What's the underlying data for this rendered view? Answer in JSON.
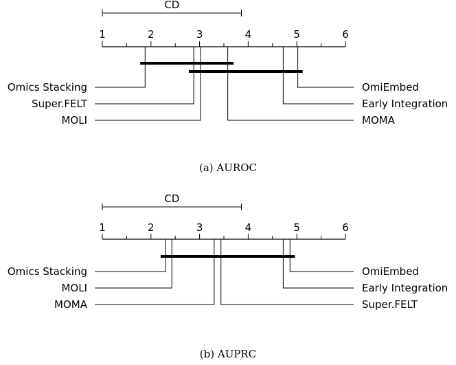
{
  "chart_data": [
    {
      "type": "critical-difference",
      "axis": {
        "min": 1,
        "max": 6,
        "ticks": [
          "1",
          "2",
          "3",
          "4",
          "5",
          "6"
        ]
      },
      "cd_label": "CD",
      "cd_value": 2.86,
      "methods": [
        {
          "name": "Omics Stacking",
          "rank": 1.88,
          "side": "left"
        },
        {
          "name": "Super.FELT",
          "rank": 2.88,
          "side": "left"
        },
        {
          "name": "MOLI",
          "rank": 3.02,
          "side": "left"
        },
        {
          "name": "MOMA",
          "rank": 3.58,
          "side": "right"
        },
        {
          "name": "Early Integration",
          "rank": 4.72,
          "side": "right"
        },
        {
          "name": "OmiEmbed",
          "rank": 5.02,
          "side": "right"
        }
      ],
      "cliques": [
        [
          1.78,
          3.7
        ],
        [
          2.78,
          5.12
        ]
      ],
      "caption": "(a) AUROC"
    },
    {
      "type": "critical-difference",
      "axis": {
        "min": 1,
        "max": 6,
        "ticks": [
          "1",
          "2",
          "3",
          "4",
          "5",
          "6"
        ]
      },
      "cd_label": "CD",
      "cd_value": 2.86,
      "methods": [
        {
          "name": "Omics Stacking",
          "rank": 2.3,
          "side": "left"
        },
        {
          "name": "MOLI",
          "rank": 2.43,
          "side": "left"
        },
        {
          "name": "MOMA",
          "rank": 3.3,
          "side": "left"
        },
        {
          "name": "Super.FELT",
          "rank": 3.44,
          "side": "right"
        },
        {
          "name": "Early Integration",
          "rank": 4.72,
          "side": "right"
        },
        {
          "name": "OmiEmbed",
          "rank": 4.86,
          "side": "right"
        }
      ],
      "cliques": [
        [
          2.2,
          4.96
        ]
      ],
      "caption": "(b) AUPRC"
    }
  ]
}
